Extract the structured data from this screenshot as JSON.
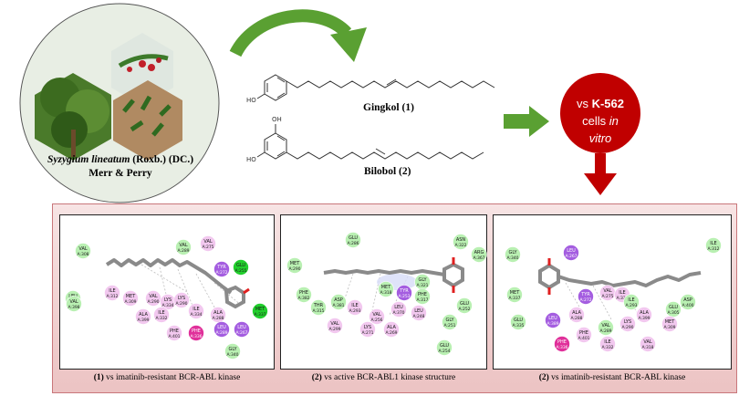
{
  "plant": {
    "species": "Syzygium lineatum",
    "authority": " (Roxb.) (DC.)",
    "line2": "Merr & Perry"
  },
  "compounds": {
    "gingkol": "Gingkol (1)",
    "bilobol": "Bilobol (2)",
    "oh_label": "OH",
    "ho_label": "HO"
  },
  "target": {
    "prefix": "vs ",
    "cell_line": "K-562",
    "cells": "cells ",
    "in": "in",
    "vitro": "vitro"
  },
  "panels": [
    {
      "caption_num": "(1)",
      "caption_rest": " vs imatinib-resistant  BCR-ABL kinase",
      "residues": [
        {
          "t": "VAL",
          "n": "A:308",
          "c": "lg"
        },
        {
          "t": "VAL",
          "n": "A:289",
          "c": "lg"
        },
        {
          "t": "VAL",
          "n": "A:275",
          "c": "pk"
        },
        {
          "t": "TYR",
          "n": "A:272",
          "c": "pu"
        },
        {
          "t": "GLU",
          "n": "A:255",
          "c": "gr"
        },
        {
          "t": "LEU",
          "n": "A:317",
          "c": "lg"
        },
        {
          "t": "VAL",
          "n": "A:398",
          "c": "lg"
        },
        {
          "t": "ILE",
          "n": "A:312",
          "c": "pk"
        },
        {
          "t": "MET",
          "n": "A:309",
          "c": "pk"
        },
        {
          "t": "VAL",
          "n": "A:290",
          "c": "pk"
        },
        {
          "t": "LYS",
          "n": "A:334",
          "c": "pk"
        },
        {
          "t": "ALA",
          "n": "A:399",
          "c": "pk"
        },
        {
          "t": "ILE",
          "n": "A:332",
          "c": "pk"
        },
        {
          "t": "LYS",
          "n": "A:290",
          "c": "pk"
        },
        {
          "t": "ILE",
          "n": "A:334",
          "c": "pk"
        },
        {
          "t": "ALA",
          "n": "A:288",
          "c": "pk"
        },
        {
          "t": "LEU",
          "n": "A:289",
          "c": "pu"
        },
        {
          "t": "MET",
          "n": "A:337",
          "c": "gr"
        },
        {
          "t": "PHE",
          "n": "A:401",
          "c": "pk"
        },
        {
          "t": "PHE",
          "n": "A:336",
          "c": "mg"
        },
        {
          "t": "LEU",
          "n": "A:267",
          "c": "pu"
        },
        {
          "t": "GLY",
          "n": "A:340",
          "c": "lg"
        }
      ]
    },
    {
      "caption_num": "(2)",
      "caption_rest": " vs active BCR-ABL1 kinase structure",
      "residues": [
        {
          "t": "GLU",
          "n": "A:286",
          "c": "lg"
        },
        {
          "t": "ASN",
          "n": "A:322",
          "c": "lg"
        },
        {
          "t": "ARG",
          "n": "A:367",
          "c": "lg"
        },
        {
          "t": "MET",
          "n": "A:290",
          "c": "lg"
        },
        {
          "t": "PHE",
          "n": "A:382",
          "c": "lg"
        },
        {
          "t": "THR",
          "n": "A:315",
          "c": "lg"
        },
        {
          "t": "ASP",
          "n": "A:381",
          "c": "lg"
        },
        {
          "t": "ILE",
          "n": "A:293",
          "c": "pk"
        },
        {
          "t": "MET",
          "n": "A:318",
          "c": "lg"
        },
        {
          "t": "TYR",
          "n": "A:253",
          "c": "pu"
        },
        {
          "t": "GLY",
          "n": "A:321",
          "c": "lg"
        },
        {
          "t": "PHE",
          "n": "A:317",
          "c": "lg"
        },
        {
          "t": "VAL",
          "n": "A:299",
          "c": "pk"
        },
        {
          "t": "VAL",
          "n": "A:256",
          "c": "pk"
        },
        {
          "t": "LEU",
          "n": "A:370",
          "c": "pk"
        },
        {
          "t": "LEU",
          "n": "A:248",
          "c": "pk"
        },
        {
          "t": "LYS",
          "n": "A:271",
          "c": "pk"
        },
        {
          "t": "ALA",
          "n": "A:269",
          "c": "pk"
        },
        {
          "t": "GLU",
          "n": "A:252",
          "c": "lg"
        },
        {
          "t": "GLY",
          "n": "A:251",
          "c": "lg"
        },
        {
          "t": "GLU",
          "n": "A:254",
          "c": "lg"
        }
      ]
    },
    {
      "caption_num": "(2)",
      "caption_rest": " vs imatinib-resistant  BCR-ABL kinase",
      "residues": [
        {
          "t": "LEU",
          "n": "A:267",
          "c": "pu"
        },
        {
          "t": "GLY",
          "n": "A:340",
          "c": "lg"
        },
        {
          "t": "ILE",
          "n": "A:312",
          "c": "lg"
        },
        {
          "t": "MET",
          "n": "A:337",
          "c": "lg"
        },
        {
          "t": "ASP",
          "n": "A:400",
          "c": "lg"
        },
        {
          "t": "GLU",
          "n": "A:335",
          "c": "lg"
        },
        {
          "t": "LEU",
          "n": "A:389",
          "c": "pu"
        },
        {
          "t": "ALA",
          "n": "A:288",
          "c": "pk"
        },
        {
          "t": "TYR",
          "n": "A:272",
          "c": "pu"
        },
        {
          "t": "VAL",
          "n": "A:275",
          "c": "pk"
        },
        {
          "t": "ILE",
          "n": "A:334",
          "c": "pk"
        },
        {
          "t": "ILE",
          "n": "A:293",
          "c": "lg"
        },
        {
          "t": "ALA",
          "n": "A:399",
          "c": "pk"
        },
        {
          "t": "GLU",
          "n": "A:305",
          "c": "lg"
        },
        {
          "t": "MET",
          "n": "A:309",
          "c": "pk"
        },
        {
          "t": "PHE",
          "n": "A:401",
          "c": "pk"
        },
        {
          "t": "VAL",
          "n": "A:289",
          "c": "lg"
        },
        {
          "t": "LYS",
          "n": "A:290",
          "c": "pk"
        },
        {
          "t": "ILE",
          "n": "A:332",
          "c": "pk"
        },
        {
          "t": "VAL",
          "n": "A:318",
          "c": "pk"
        },
        {
          "t": "PHE",
          "n": "A:336",
          "c": "mg"
        }
      ]
    }
  ],
  "colors": {
    "arrow_green": "#5aa032",
    "target_red": "#c00000",
    "panel_border": "#c9777b",
    "panel_bg": "#f4d8d8",
    "lg": "#b9f0b2",
    "gr": "#21cf2c",
    "pk": "#f2c8ef",
    "pu": "#a45de0",
    "mg": "#e0309a"
  }
}
